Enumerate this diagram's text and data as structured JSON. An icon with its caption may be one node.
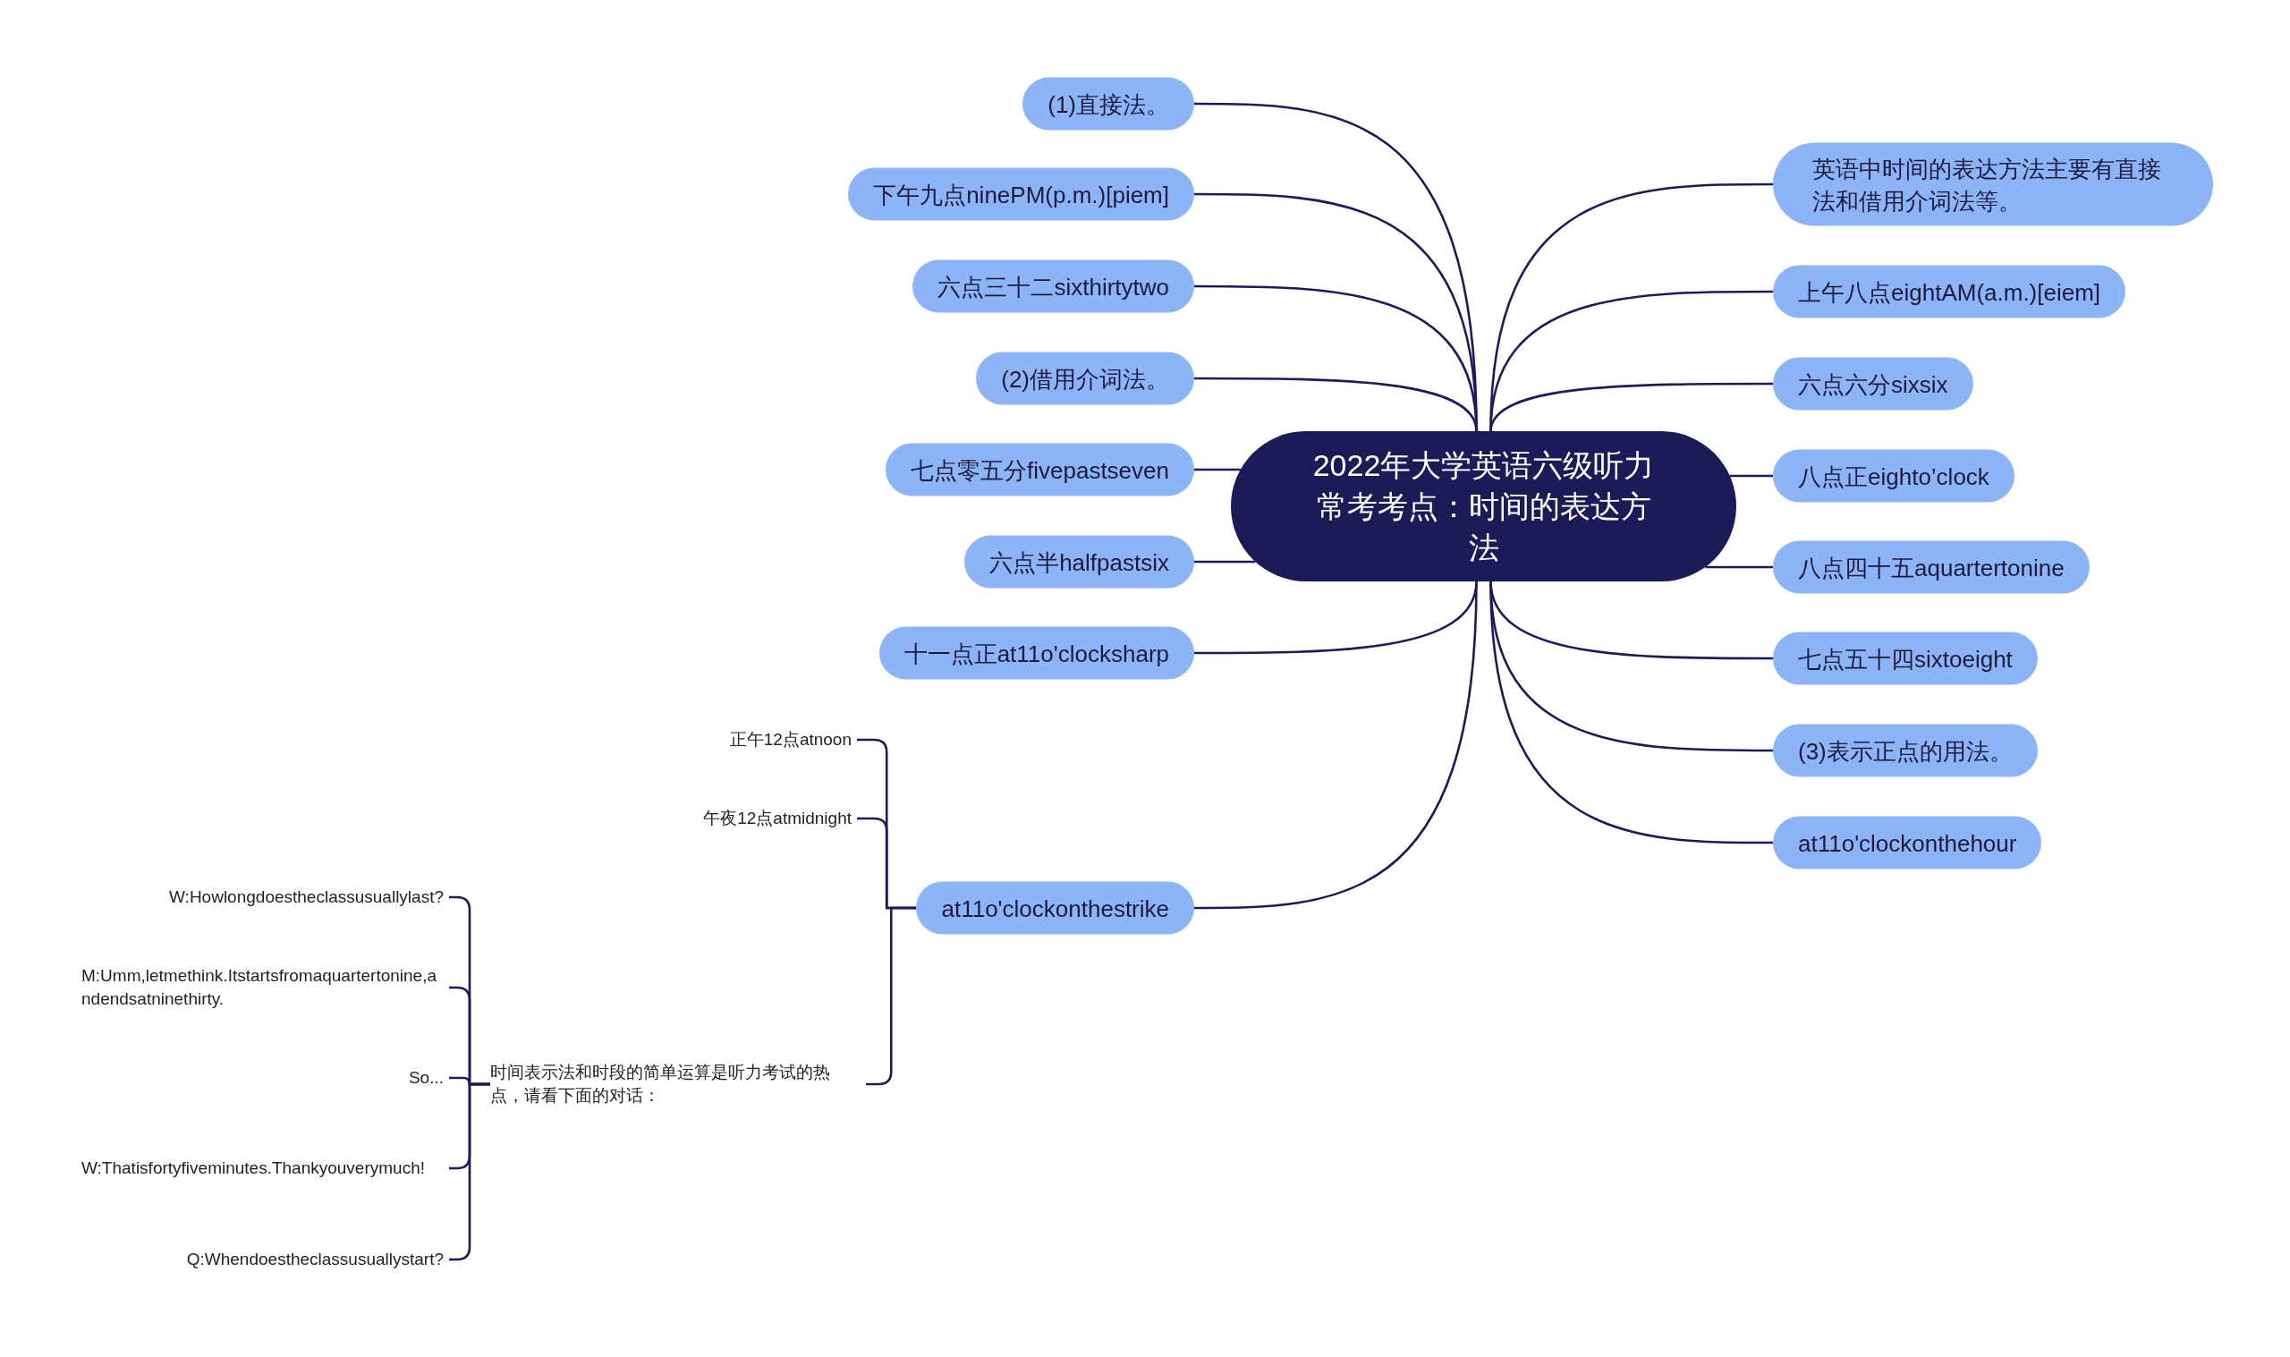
{
  "diagram": {
    "nodes": [
      {
        "text": [
          "2022年大学英语六级听力常考考点：时间的表达方法"
        ]
      },
      {
        "text": [
          "(1)直接法。"
        ]
      },
      {
        "text": [
          "下午九点ninePM(p.m.)[piem]"
        ]
      },
      {
        "text": [
          "六点三十二sixthirtytwo"
        ]
      },
      {
        "text": [
          "(2)借用介词法。"
        ]
      },
      {
        "text": [
          "七点零五分fivepastseven"
        ]
      },
      {
        "text": [
          "六点半halfpastsix"
        ]
      },
      {
        "text": [
          "十一点正at11o'clocksharp"
        ]
      },
      {
        "text": [
          "at11o'clockonthestrike"
        ]
      },
      {
        "text": [
          "英语中时间的表达方法主要有直接法和借用介词法等。"
        ]
      },
      {
        "text": [
          "上午八点eightAM(a.m.)[eiem]"
        ]
      },
      {
        "text": [
          "六点六分sixsix"
        ]
      },
      {
        "text": [
          "八点正eighto’clock"
        ]
      },
      {
        "text": [
          "八点四十五aquartertonine"
        ]
      },
      {
        "text": [
          "七点五十四sixtoeight"
        ]
      },
      {
        "text": [
          "(3)表示正点的用法。"
        ]
      },
      {
        "text": [
          "at11o'clockonthehour"
        ]
      },
      {
        "text": [
          "正午12点atnoon"
        ]
      },
      {
        "text": [
          "午夜12点atmidnight"
        ]
      },
      {
        "text": [
          "时间表示法和时段的简单运算是听力考试的热点，请看下面的对话："
        ]
      },
      {
        "text": [
          "W:Howlongdoestheclassusuallylast?"
        ]
      },
      {
        "text": [
          "M:Umm,letmethink.Itstartsfromaquartertonine,andendsatninethirty."
        ]
      },
      {
        "text": [
          "So..."
        ]
      },
      {
        "text": [
          "W:Thatisfortyfiveminutes.Thankyouverymuch!"
        ]
      },
      {
        "text": [
          "Q:Whendoestheclassusuallystart?"
        ]
      }
    ],
    "edges": [
      {
        "from": 0,
        "to": 1,
        "arrow": "none"
      },
      {
        "from": 0,
        "to": 2,
        "arrow": "none"
      },
      {
        "from": 0,
        "to": 3,
        "arrow": "none"
      },
      {
        "from": 0,
        "to": 4,
        "arrow": "none"
      },
      {
        "from": 0,
        "to": 5,
        "arrow": "none"
      },
      {
        "from": 0,
        "to": 6,
        "arrow": "none"
      },
      {
        "from": 0,
        "to": 7,
        "arrow": "none"
      },
      {
        "from": 0,
        "to": 8,
        "arrow": "none"
      },
      {
        "from": 0,
        "to": 9,
        "arrow": "none"
      },
      {
        "from": 0,
        "to": 10,
        "arrow": "none"
      },
      {
        "from": 0,
        "to": 11,
        "arrow": "none"
      },
      {
        "from": 0,
        "to": 12,
        "arrow": "none"
      },
      {
        "from": 0,
        "to": 13,
        "arrow": "none"
      },
      {
        "from": 0,
        "to": 14,
        "arrow": "none"
      },
      {
        "from": 0,
        "to": 15,
        "arrow": "none"
      },
      {
        "from": 0,
        "to": 16,
        "arrow": "none"
      },
      {
        "from": 8,
        "to": 17,
        "arrow": "none"
      },
      {
        "from": 8,
        "to": 18,
        "arrow": "none"
      },
      {
        "from": 8,
        "to": 19,
        "arrow": "none"
      },
      {
        "from": 19,
        "to": 20,
        "arrow": "none"
      },
      {
        "from": 19,
        "to": 21,
        "arrow": "none"
      },
      {
        "from": 19,
        "to": 22,
        "arrow": "none"
      },
      {
        "from": 19,
        "to": 23,
        "arrow": "none"
      },
      {
        "from": 19,
        "to": 24,
        "arrow": "none"
      }
    ]
  }
}
